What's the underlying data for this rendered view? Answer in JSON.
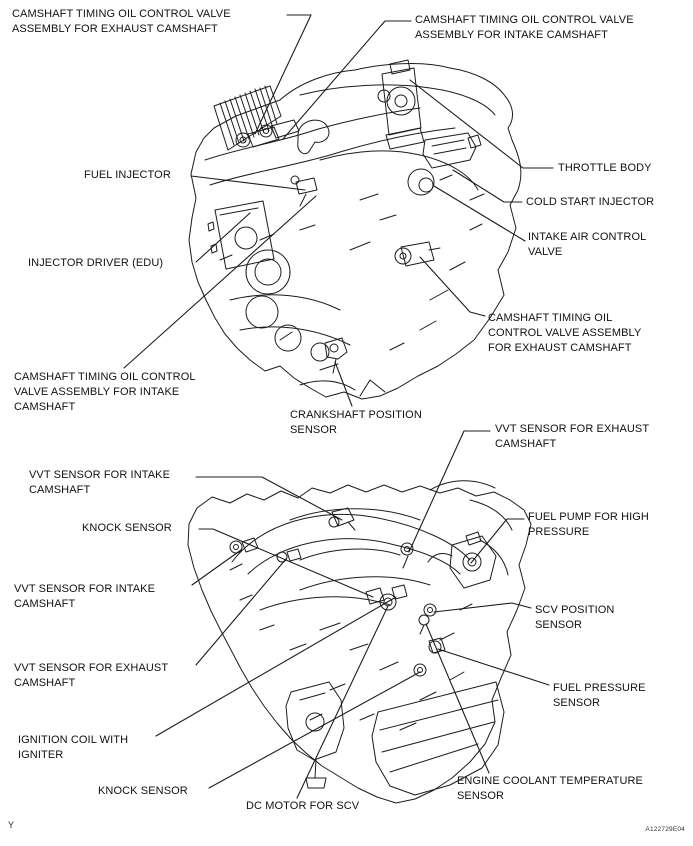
{
  "figure": {
    "page_marker": "Y",
    "code": "A122729E04",
    "ink_color": "#1c1c1c",
    "background_color": "#ffffff",
    "description": "Engine component location diagram, two line-art engine views with callout labels"
  },
  "top_diagram": {
    "view": "engine top/rear view - fuel and intake components",
    "labels": [
      {
        "id": "camshaft-timing-ocv-exhaust-upper",
        "text": "CAMSHAFT TIMING OIL CONTROL VALVE\nASSEMBLY FOR EXHAUST CAMSHAFT"
      },
      {
        "id": "camshaft-timing-ocv-intake-upper",
        "text": "CAMSHAFT TIMING OIL CONTROL VALVE\nASSEMBLY FOR INTAKE CAMSHAFT"
      },
      {
        "id": "fuel-injector",
        "text": "FUEL INJECTOR"
      },
      {
        "id": "throttle-body",
        "text": "THROTTLE BODY"
      },
      {
        "id": "cold-start-injector",
        "text": "COLD START INJECTOR"
      },
      {
        "id": "intake-air-control-valve",
        "text": "INTAKE AIR CONTROL\nVALVE"
      },
      {
        "id": "injector-driver-edu",
        "text": "INJECTOR DRIVER (EDU)"
      },
      {
        "id": "camshaft-timing-ocv-exhaust-right",
        "text": "CAMSHAFT TIMING OIL\nCONTROL VALVE ASSEMBLY\nFOR EXHAUST CAMSHAFT"
      },
      {
        "id": "camshaft-timing-ocv-intake-lower",
        "text": "CAMSHAFT TIMING OIL CONTROL\nVALVE ASSEMBLY FOR INTAKE\nCAMSHAFT"
      },
      {
        "id": "crankshaft-position-sensor",
        "text": "CRANKSHAFT POSITION\nSENSOR"
      }
    ]
  },
  "bottom_diagram": {
    "view": "engine front view - sensors",
    "labels": [
      {
        "id": "vvt-sensor-exhaust-right",
        "text": "VVT SENSOR FOR EXHAUST\nCAMSHAFT"
      },
      {
        "id": "vvt-sensor-intake-upper-left",
        "text": "VVT SENSOR FOR INTAKE\nCAMSHAFT"
      },
      {
        "id": "knock-sensor-upper",
        "text": "KNOCK SENSOR"
      },
      {
        "id": "vvt-sensor-intake-left",
        "text": "VVT SENSOR FOR INTAKE\nCAMSHAFT"
      },
      {
        "id": "vvt-sensor-exhaust-left",
        "text": "VVT SENSOR FOR EXHAUST\nCAMSHAFT"
      },
      {
        "id": "ignition-coil-with-igniter",
        "text": "IGNITION COIL WITH\nIGNITER"
      },
      {
        "id": "knock-sensor-lower",
        "text": "KNOCK SENSOR"
      },
      {
        "id": "dc-motor-for-scv",
        "text": "DC MOTOR FOR SCV"
      },
      {
        "id": "fuel-pump-high-pressure",
        "text": "FUEL PUMP FOR HIGH\nPRESSURE"
      },
      {
        "id": "scv-position-sensor",
        "text": "SCV POSITION\nSENSOR"
      },
      {
        "id": "fuel-pressure-sensor",
        "text": "FUEL PRESSURE\nSENSOR"
      },
      {
        "id": "engine-coolant-temperature-sensor",
        "text": "ENGINE COOLANT TEMPERATURE\nSENSOR"
      }
    ]
  }
}
